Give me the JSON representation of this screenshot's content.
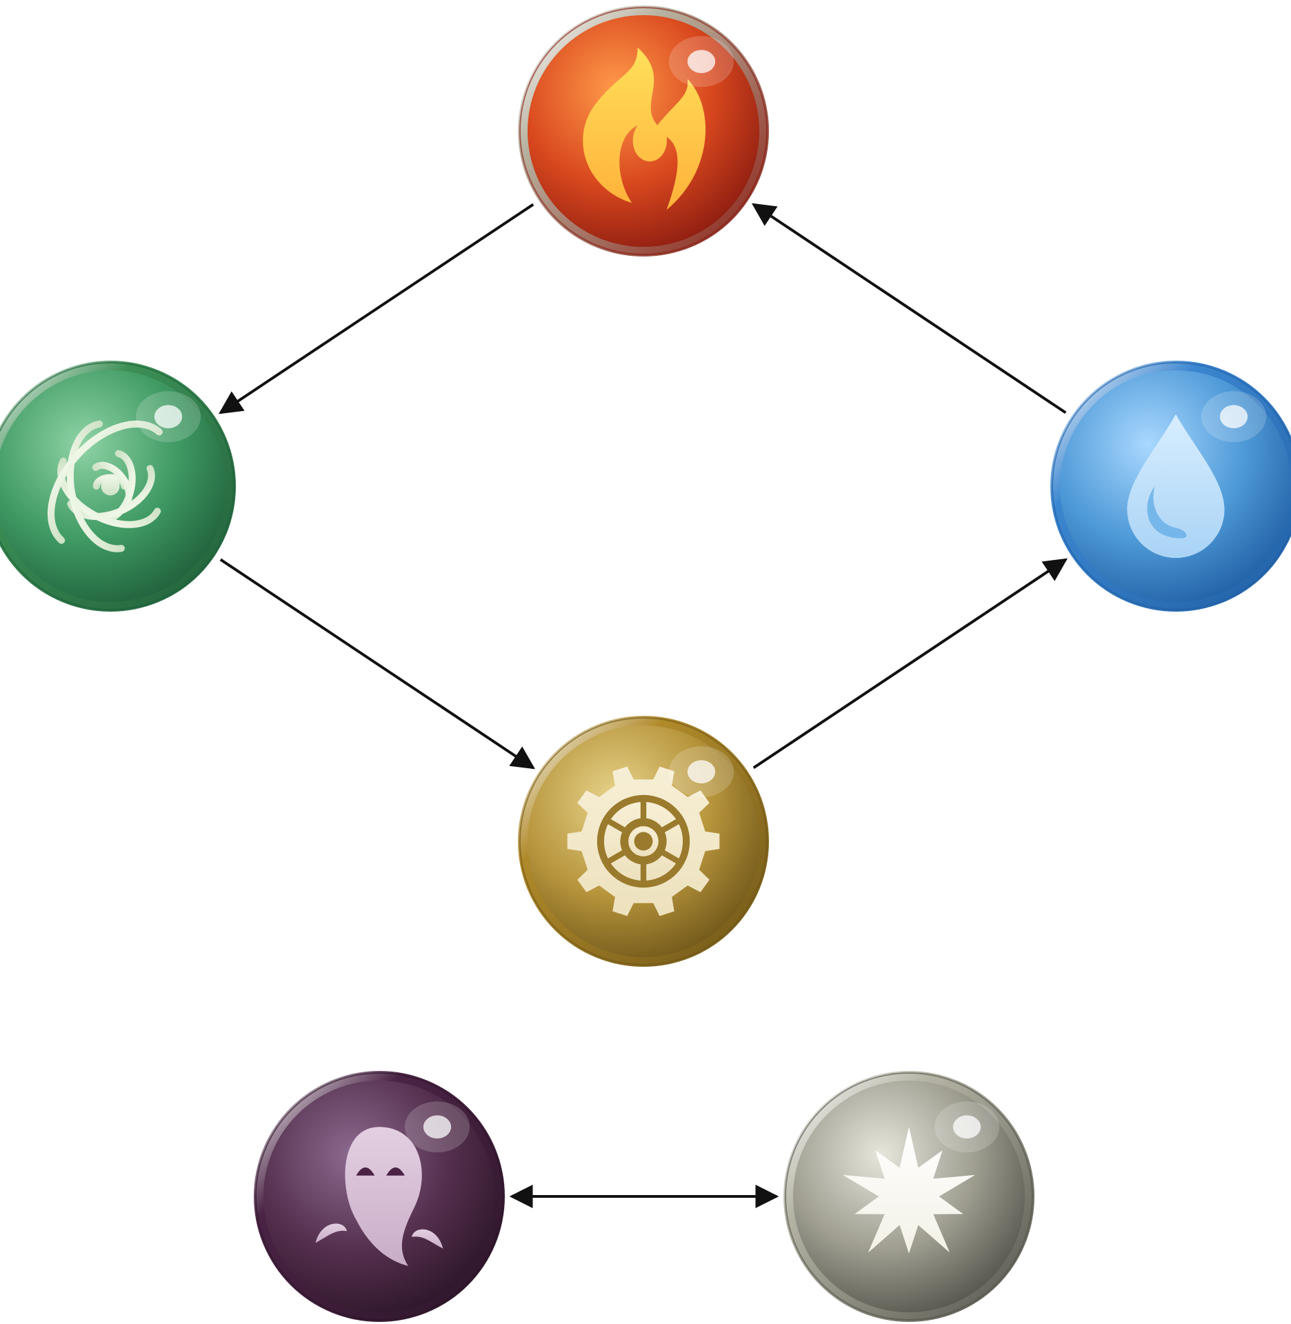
{
  "diagram": {
    "nodes": [
      {
        "id": "fire",
        "icon": "fire-icon",
        "colors": {
          "light": "#ff9a4a",
          "mid": "#d9481e",
          "dark": "#8a1b10",
          "ring": "#b8b2a0",
          "glyph": "#ffb13a",
          "glyph_light": "#ffe05a"
        }
      },
      {
        "id": "wind",
        "icon": "wind-icon",
        "colors": {
          "light": "#8fd3a5",
          "mid": "#3f9a63",
          "dark": "#1f5e3a",
          "ring": "#3c8f55",
          "glyph": "#cfe3c7",
          "glyph_light": "#eef6e6"
        }
      },
      {
        "id": "water",
        "icon": "water-icon",
        "colors": {
          "light": "#a9d8ff",
          "mid": "#4f9ad8",
          "dark": "#1f5ea3",
          "ring": "#3b86d0",
          "glyph": "#a9d3f5",
          "glyph_light": "#d8eeff"
        }
      },
      {
        "id": "gear",
        "icon": "gear-icon",
        "colors": {
          "light": "#e8d48c",
          "mid": "#b7953c",
          "dark": "#6e5518",
          "ring": "#b08a2a",
          "glyph": "#ede1bd",
          "glyph_light": "#f7efd6"
        }
      },
      {
        "id": "spirit",
        "icon": "spirit-icon",
        "colors": {
          "light": "#8c6a8f",
          "mid": "#55304f",
          "dark": "#2c1528",
          "ring": "#4a2345",
          "glyph": "#c9adc7",
          "glyph_light": "#e3cfe1"
        }
      },
      {
        "id": "light",
        "icon": "light-icon",
        "colors": {
          "light": "#e7e6dc",
          "mid": "#9e9d90",
          "dark": "#52524a",
          "ring": "#b5b4a5",
          "glyph": "#f3f1e6",
          "glyph_light": "#ffffff"
        }
      }
    ],
    "edges": [
      {
        "from": "fire",
        "to": "wind",
        "type": "one-way"
      },
      {
        "from": "wind",
        "to": "gear",
        "type": "one-way"
      },
      {
        "from": "gear",
        "to": "water",
        "type": "one-way"
      },
      {
        "from": "water",
        "to": "fire",
        "type": "one-way"
      },
      {
        "from": "spirit",
        "to": "light",
        "type": "two-way"
      }
    ],
    "arrow_color": "#111111"
  }
}
